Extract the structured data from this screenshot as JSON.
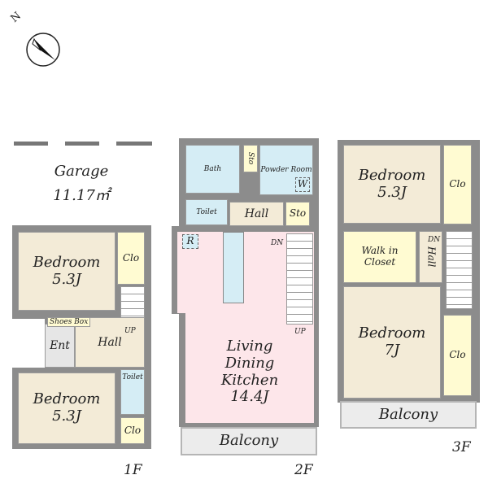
{
  "compass": {
    "label": "N",
    "icon": "north-arrow-icon"
  },
  "colors": {
    "wall": "#8c8c8c",
    "bedroom": "#f3ebd7",
    "closet": "#fffbd2",
    "wet_room": "#d5edf5",
    "ldk": "#fde6ea",
    "balcony": "#ececec"
  },
  "garage": {
    "name": "Garage",
    "area": "11.17㎡"
  },
  "floor1": {
    "label": "1F",
    "bedroom_top": {
      "name": "Bedroom",
      "size": "5.3J"
    },
    "clo_top": "Clo",
    "shoes_box": "Shoes Box",
    "ent": "Ent",
    "hall": "Hall",
    "up": "UP",
    "toilet": "Toilet",
    "bedroom_bottom": {
      "name": "Bedroom",
      "size": "5.3J"
    },
    "clo_bottom": "Clo"
  },
  "floor2": {
    "label": "2F",
    "bath": "Bath",
    "sto1": "Sto",
    "powder_room": "Powder Room",
    "w": "W",
    "toilet": "Toilet",
    "hall": "Hall",
    "sto2": "Sto",
    "r": "R",
    "dn": "DN",
    "up": "UP",
    "ldk": {
      "l1": "Living",
      "l2": "Dining",
      "l3": "Kitchen",
      "size": "14.4J"
    },
    "balcony": "Balcony"
  },
  "floor3": {
    "label": "3F",
    "bedroom_top": {
      "name": "Bedroom",
      "size": "5.3J"
    },
    "clo_top": "Clo",
    "walk_in": "Walk in Closet",
    "hall": "Hall",
    "dn": "DN",
    "bedroom_bottom": {
      "name": "Bedroom",
      "size": "7J"
    },
    "clo_bottom": "Clo",
    "balcony": "Balcony"
  }
}
